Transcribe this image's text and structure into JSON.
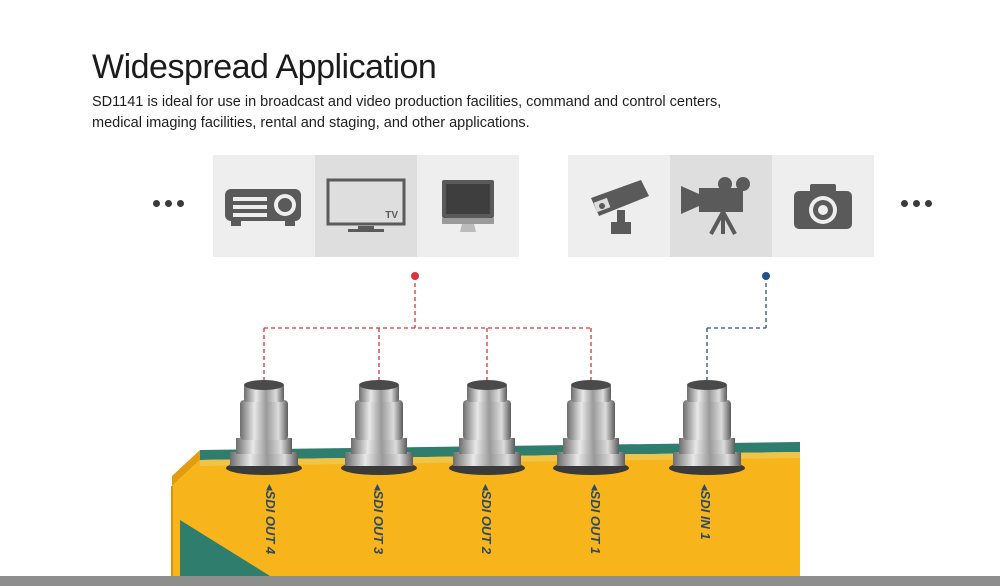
{
  "heading": {
    "title": "Widespread Application",
    "line1": "SD1141 is ideal for use in broadcast and video production facilities, command and control centers,",
    "line2": "medical imaging facilities, rental and staging, and other applications."
  },
  "output_devices": [
    {
      "icon": "projector-icon"
    },
    {
      "icon": "tv-icon",
      "text": "TV"
    },
    {
      "icon": "monitor-icon"
    }
  ],
  "input_devices": [
    {
      "icon": "security-camera-icon"
    },
    {
      "icon": "video-camera-icon"
    },
    {
      "icon": "photo-camera-icon"
    }
  ],
  "ports": [
    {
      "label": "SDI OUT 4"
    },
    {
      "label": "SDI OUT 3"
    },
    {
      "label": "SDI OUT 2"
    },
    {
      "label": "SDI OUT 1"
    },
    {
      "label": "SDI IN 1"
    }
  ],
  "colors": {
    "output_line": "#e0313b",
    "input_line": "#24508a",
    "device_body": "#f7b41b",
    "device_top": "#2f7d6c",
    "icon": "#5a5a5a"
  }
}
